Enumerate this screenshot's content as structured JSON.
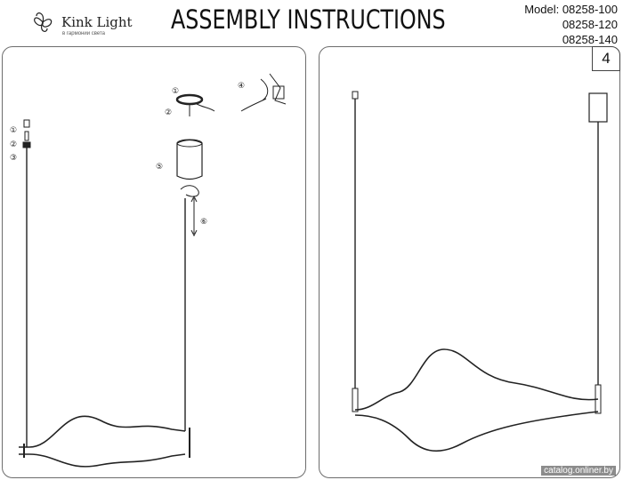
{
  "header": {
    "brand_name": "Kink Light",
    "brand_tagline": "в гармонии света",
    "title": "ASSEMBLY INSTRUCTIONS",
    "model_label": "Model: 08258-100",
    "model_variants": [
      "08258-120",
      "08258-140"
    ]
  },
  "step_number": "4",
  "callouts": [
    "①",
    "②",
    "③",
    "④",
    "⑤",
    "⑥"
  ],
  "watermark": "catalog.onliner.by"
}
